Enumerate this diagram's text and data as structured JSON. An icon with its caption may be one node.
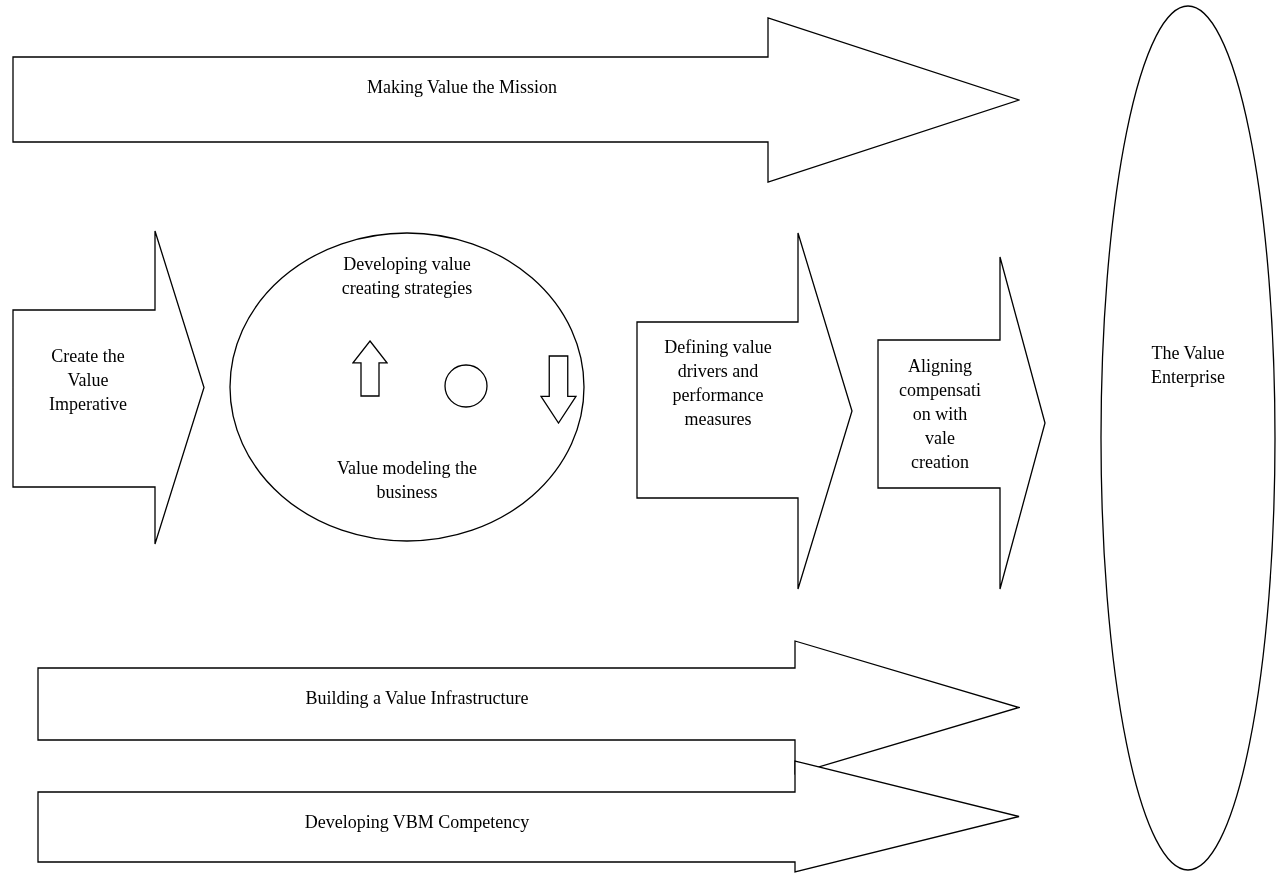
{
  "diagram": {
    "nodes": [
      {
        "text": [
          "Making Value the Mission"
        ]
      },
      {
        "text": [
          "Create the Value Imperative"
        ]
      },
      {
        "text": [
          "Developing value creating strategies",
          "Value modeling the business"
        ]
      },
      {
        "text": [],
        "shape": "arrow",
        "in": 2
      },
      {
        "text": [],
        "shape": "circle",
        "in": 2
      },
      {
        "text": [],
        "shape": "arrow",
        "in": 2
      },
      {
        "text": [
          "Defining value drivers and performance measures"
        ]
      },
      {
        "text": [
          "Aligning compensation with vale creation"
        ]
      },
      {
        "text": [
          "The Value Enterprise"
        ]
      },
      {
        "text": [
          "Building a Value Infrastructure"
        ]
      },
      {
        "text": [
          "Developing VBM Competency"
        ]
      }
    ]
  }
}
